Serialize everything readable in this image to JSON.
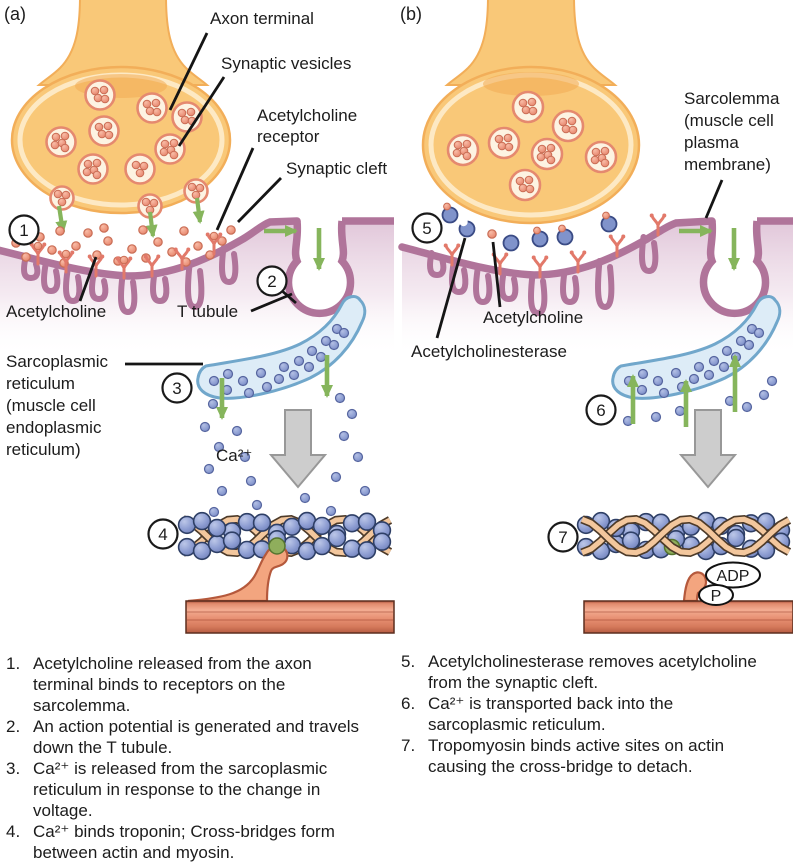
{
  "figure": {
    "panel_a_tag": "(a)",
    "panel_b_tag": "(b)"
  },
  "panel_a": {
    "labels": {
      "axon_terminal": "Axon terminal",
      "synaptic_vesicles": "Synaptic vesicles",
      "ach_receptor_l1": "Acetylcholine",
      "ach_receptor_l2": "receptor",
      "synaptic_cleft": "Synaptic cleft",
      "acetylcholine": "Acetylcholine",
      "t_tubule": "T tubule",
      "sr_l1": "Sarcoplasmic",
      "sr_l2": "reticulum",
      "sr_l3": "(muscle cell",
      "sr_l4": "endoplasmic",
      "sr_l5": "reticulum)",
      "ca_ion": "Ca²⁺"
    },
    "steps": [
      "1",
      "2",
      "3",
      "4"
    ]
  },
  "panel_b": {
    "labels": {
      "sarcolemma_l1": "Sarcolemma",
      "sarcolemma_l2": "(muscle cell",
      "sarcolemma_l3": "plasma",
      "sarcolemma_l4": "membrane)",
      "acetylcholine": "Acetylcholine",
      "acetylcholinesterase": "Acetylcholinesterase",
      "adp_label": "ADP",
      "p_label": "P"
    },
    "steps": [
      "5",
      "6",
      "7"
    ]
  },
  "legend": {
    "left": [
      {
        "num": "1.",
        "lines": [
          "Acetylcholine released from the axon",
          "terminal binds to receptors on the",
          "sarcolemma."
        ]
      },
      {
        "num": "2.",
        "lines": [
          "An action potential is generated and travels",
          "down the T tubule."
        ]
      },
      {
        "num": "3.",
        "lines": [
          "Ca²⁺ is released from the sarcoplasmic",
          "reticulum in response to the change in",
          "voltage."
        ]
      },
      {
        "num": "4.",
        "lines": [
          "Ca²⁺ binds troponin; Cross-bridges form",
          "between actin and myosin."
        ]
      }
    ],
    "right": [
      {
        "num": "5.",
        "lines": [
          "Acetylcholinesterase removes acetylcholine",
          "from the synaptic cleft."
        ]
      },
      {
        "num": "6.",
        "lines": [
          "Ca²⁺ is transported back into the",
          "sarcoplasmic reticulum."
        ]
      },
      {
        "num": "7.",
        "lines": [
          "Tropomyosin binds active sites on actin",
          "causing the cross-bridge to detach."
        ]
      }
    ]
  },
  "colors": {
    "axon_fill": "#f9c878",
    "axon_rim": "#fde9c4",
    "axon_edge": "#f2ae59",
    "vesicle_fill": "#fdf3e2",
    "vesicle_stroke": "#e5896f",
    "ach_dot": "#ec947c",
    "ach_dot_edge": "#c96d55",
    "membrane": "#b0749a",
    "muscle_wash": "#e2c8db",
    "receptor": "#e2796a",
    "sr_fill": "#ddecf7",
    "sr_stroke": "#71a7cb",
    "ca_dot": "#8b9cd1",
    "ca_dot_edge": "#56659f",
    "green_arrow": "#86b55c",
    "gray_arrow": "#cdcdcd",
    "actin_bead": "#8d9dd2",
    "actin_edge": "#2e3f66",
    "tropomyosin": "#f3c79d",
    "tropomyosin_edge": "#4d3a28",
    "troponin": "#8fae5c",
    "myosin": "#f3a57f",
    "myosin_edge": "#b5593c",
    "text": "#1c1c1c"
  }
}
